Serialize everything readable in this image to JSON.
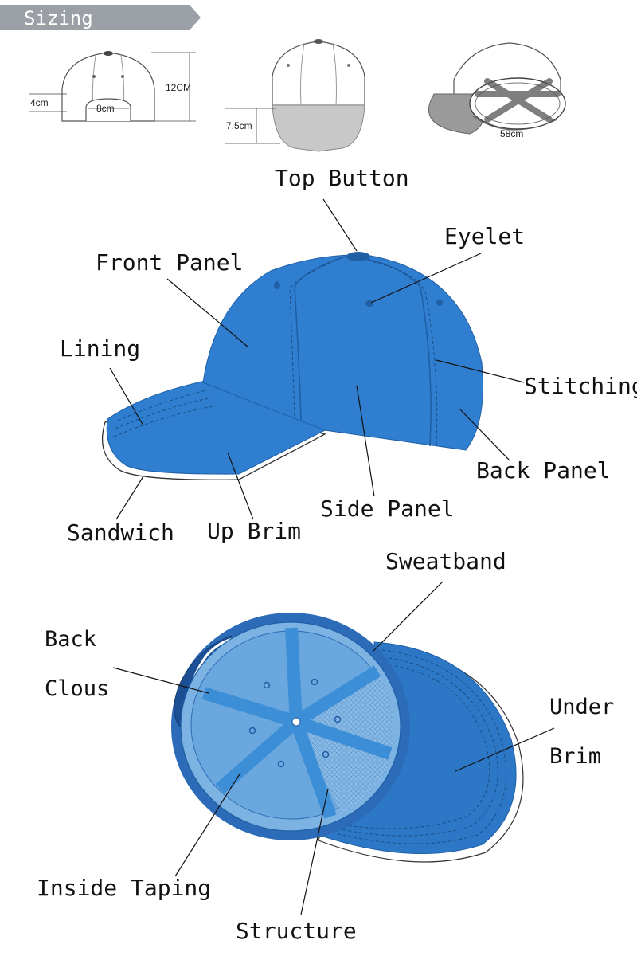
{
  "header": {
    "title": "Sizing"
  },
  "dimensions": {
    "height": "12CM",
    "eyelet_offset": "4cm",
    "back_opening": "8cm",
    "brim_length": "7.5cm",
    "circumference": "58cm"
  },
  "labels": {
    "top_button": "Top Button",
    "eyelet": "Eyelet",
    "front_panel": "Front Panel",
    "lining": "Lining",
    "stitching": "Stitching",
    "back_panel": "Back Panel",
    "side_panel": "Side Panel",
    "sandwich": "Sandwich",
    "up_brim": "Up Brim",
    "sweatband": "Sweatband",
    "back_clous_1": "Back",
    "back_clous_2": "Clous",
    "under_brim_1": "Under",
    "under_brim_2": "Brim",
    "inside_taping": "Inside Taping",
    "structure": "Structure"
  },
  "colors": {
    "cap_blue": "#2f7ed0",
    "cap_dark": "#1f5fa6",
    "inner_light": "#7db3e2",
    "taping": "#3c8ed6",
    "band_ring": "#2c6bb8",
    "header_bar": "#9aa0a6"
  }
}
